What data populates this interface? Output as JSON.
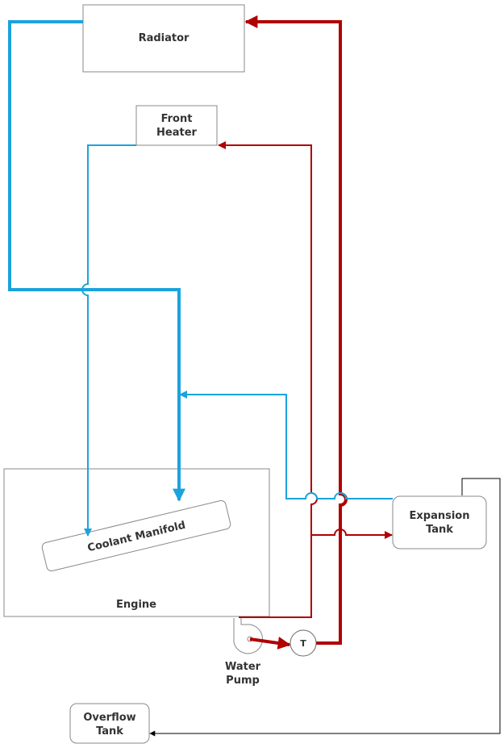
{
  "colors": {
    "hot": "#b00000",
    "cold": "#1aa3dd",
    "box_stroke": "#888888",
    "thin_line": "#000000",
    "label": "#333333"
  },
  "components": {
    "radiator": "Radiator",
    "front_heater": [
      "Front",
      "Heater"
    ],
    "engine": "Engine",
    "coolant_manifold": "Coolant Manifold",
    "expansion_tank": [
      "Expansion",
      "Tank"
    ],
    "overflow_tank": [
      "Overflow",
      "Tank"
    ],
    "water_pump": [
      "Water",
      "Pump"
    ],
    "thermostat": "T"
  },
  "icons": {
    "water_pump": "water-pump-icon",
    "thermostat": "thermostat-icon"
  }
}
